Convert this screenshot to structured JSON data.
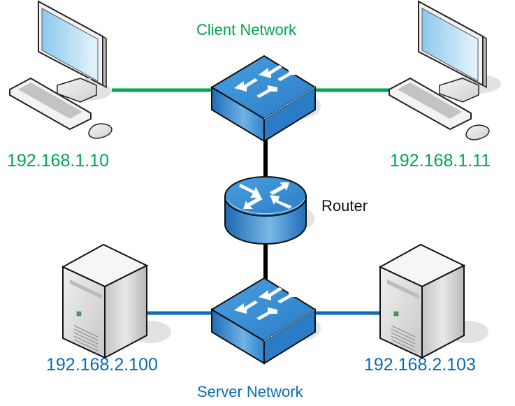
{
  "colors": {
    "client_network": "#00a650",
    "server_network": "#0a6bb8",
    "router_link": "#000000",
    "device_blue": "#2f86cf",
    "label_dark": "#111111"
  },
  "networks": {
    "client": {
      "label": "Client Network"
    },
    "server": {
      "label": "Server Network"
    }
  },
  "router": {
    "label": "Router",
    "icon": "router-icon"
  },
  "switches": [
    {
      "network": "client",
      "icon": "switch-icon"
    },
    {
      "network": "server",
      "icon": "switch-icon"
    }
  ],
  "clients": [
    {
      "ip": "192.168.1.10",
      "icon": "desktop-computer-icon"
    },
    {
      "ip": "192.168.1.11",
      "icon": "desktop-computer-icon"
    }
  ],
  "servers": [
    {
      "ip": "192.168.2.100",
      "icon": "server-tower-icon"
    },
    {
      "ip": "192.168.2.103",
      "icon": "server-tower-icon"
    }
  ]
}
